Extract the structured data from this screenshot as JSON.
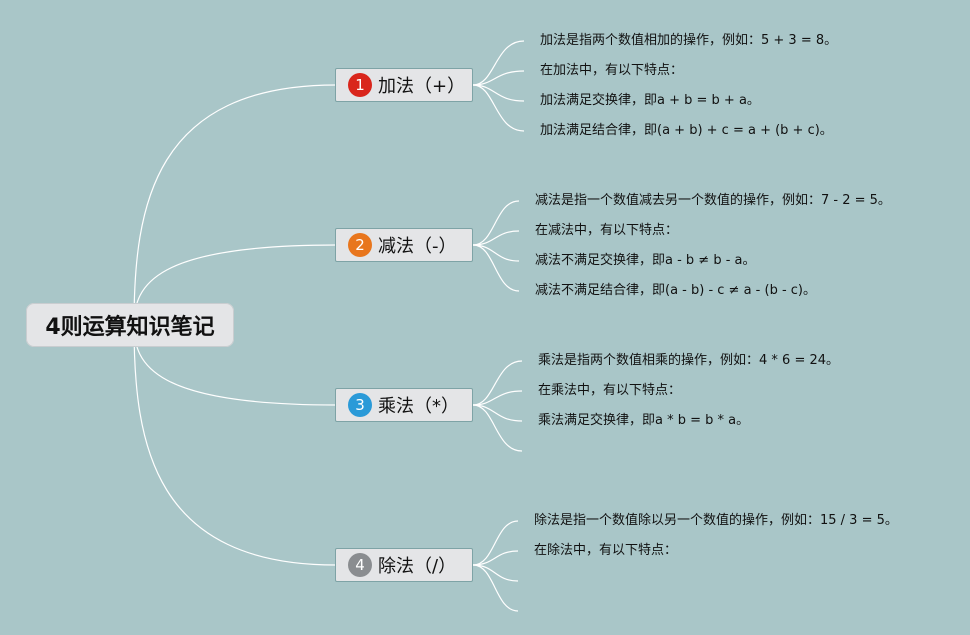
{
  "root": {
    "title": "4则运算知识笔记"
  },
  "colors": {
    "background": "#a9c6c8",
    "wire": "#ffffff",
    "badge_1": "#d9261c",
    "badge_2": "#e8761d",
    "badge_3": "#2a9ad8",
    "badge_4": "#8a8d90"
  },
  "branches": [
    {
      "number": "1",
      "title": "加法（+）",
      "leaves": [
        "加法是指两个数值相加的操作，例如：5 + 3 = 8。",
        "在加法中，有以下特点：",
        "加法满足交换律，即a + b = b + a。",
        "加法满足结合律，即(a + b) + c = a + (b + c)。"
      ]
    },
    {
      "number": "2",
      "title": "减法（-）",
      "leaves": [
        "减法是指一个数值减去另一个数值的操作，例如：7 - 2 = 5。",
        "在减法中，有以下特点：",
        "减法不满足交换律，即a - b ≠ b - a。",
        "减法不满足结合律，即(a - b) - c ≠ a - (b - c)。"
      ]
    },
    {
      "number": "3",
      "title": "乘法（*）",
      "leaves": [
        "乘法是指两个数值相乘的操作，例如：4 * 6 = 24。",
        "在乘法中，有以下特点：",
        "乘法满足交换律，即a * b = b * a。",
        ""
      ]
    },
    {
      "number": "4",
      "title": "除法（/）",
      "leaves": [
        "除法是指一个数值除以另一个数值的操作，例如：15 / 3 = 5。",
        "在除法中，有以下特点：",
        "",
        ""
      ]
    }
  ]
}
